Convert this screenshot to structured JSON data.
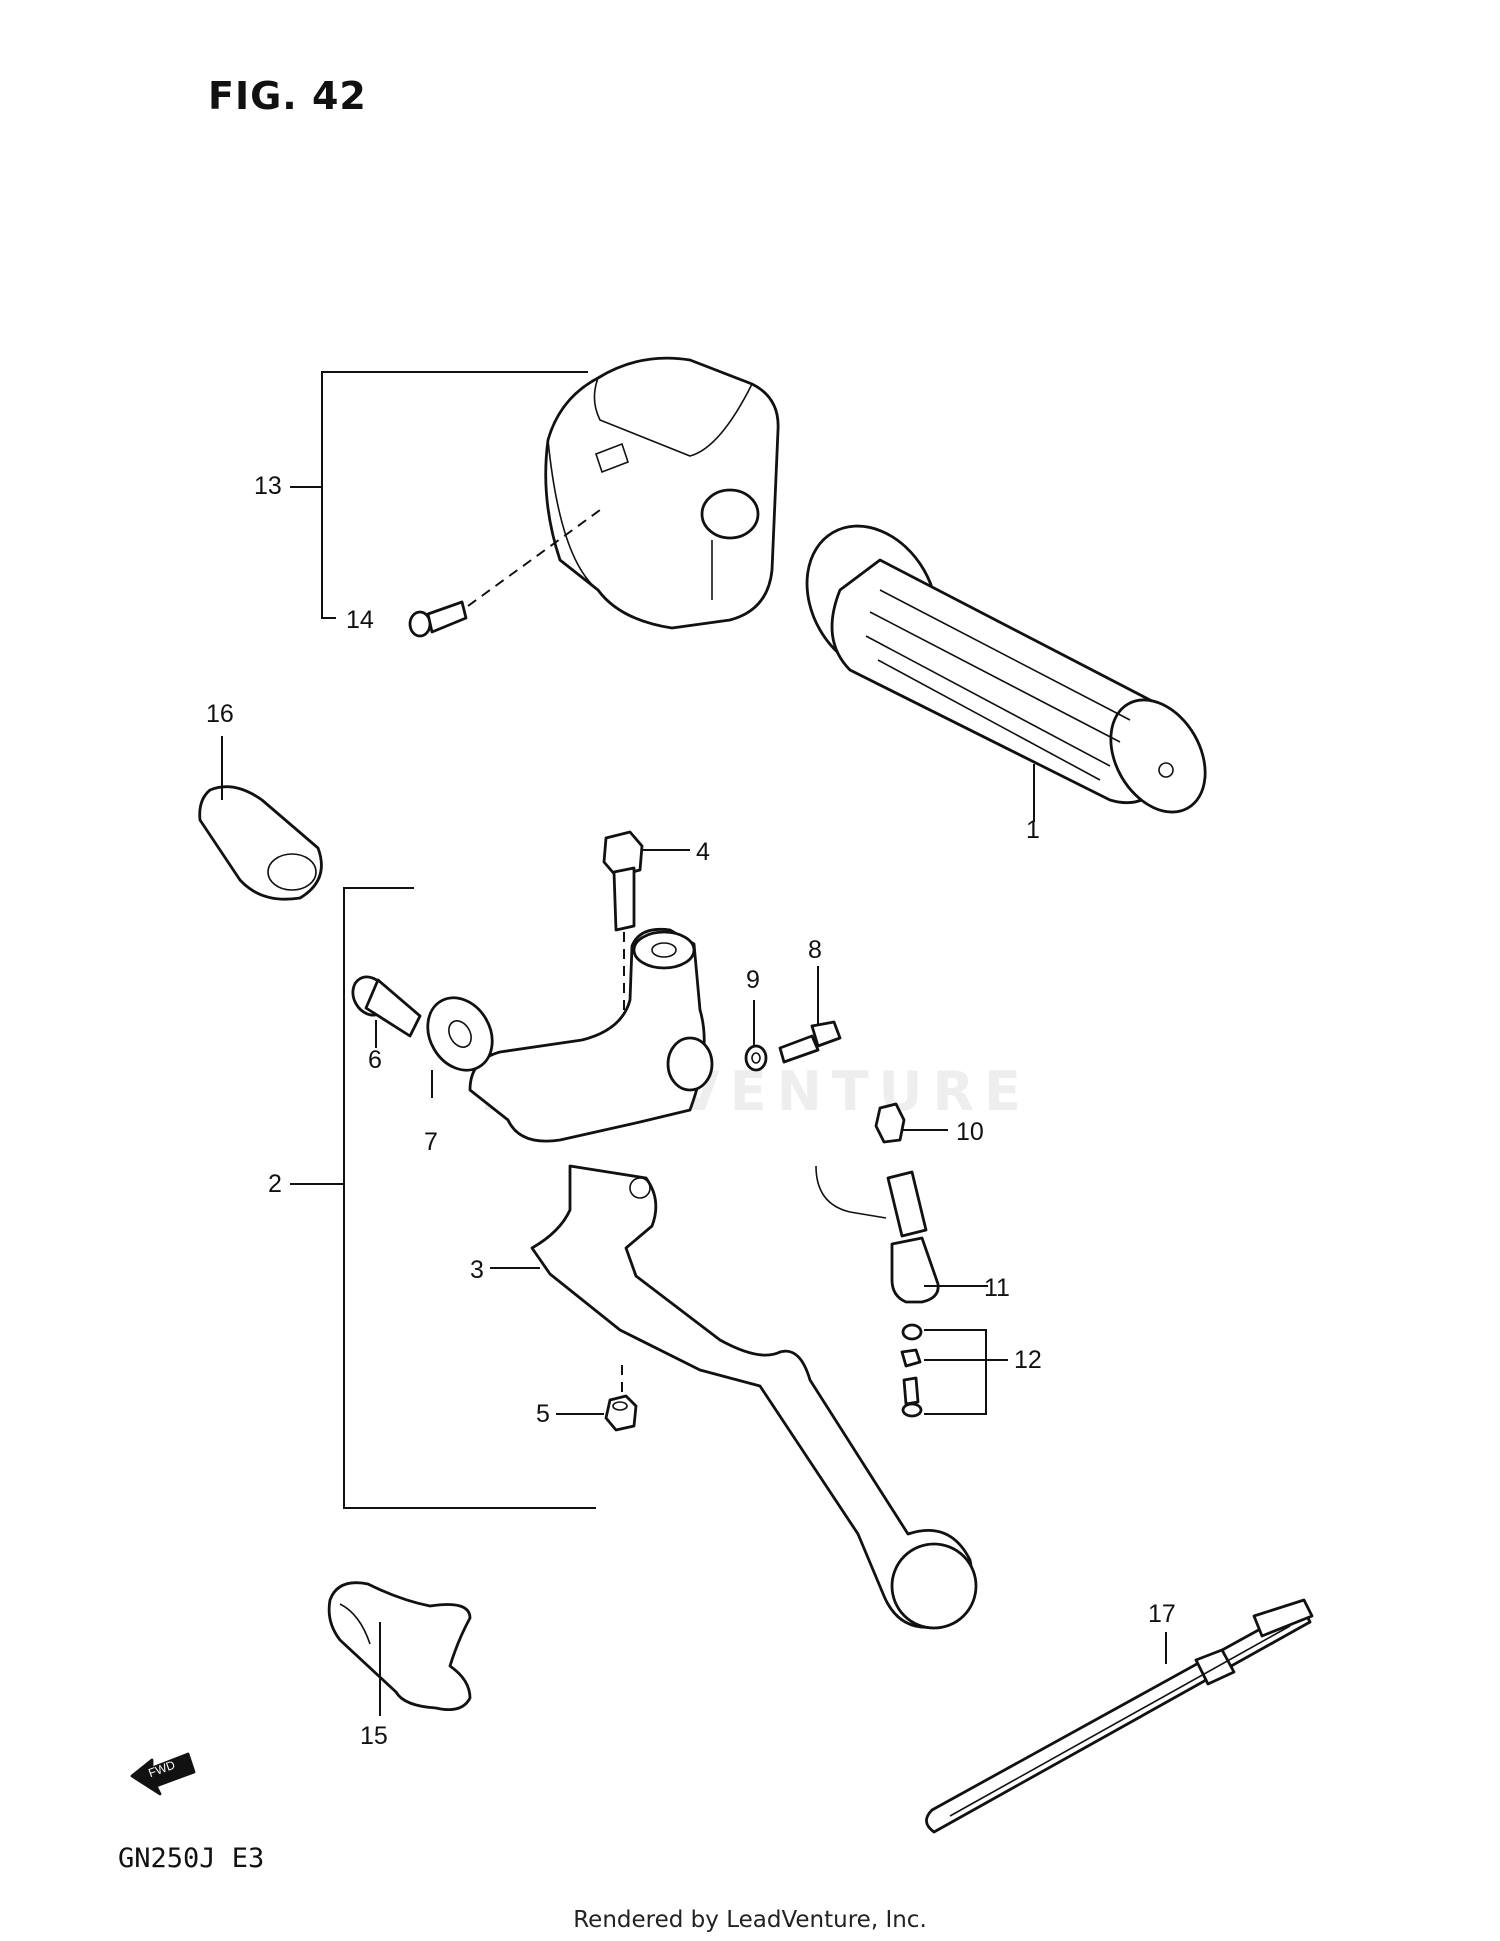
{
  "figure": {
    "title": "FIG. 42",
    "model_code": "GN250J  E3",
    "fwd_label": "FWD"
  },
  "footer": {
    "rendered_by": "Rendered by LeadVenture, Inc."
  },
  "watermark": {
    "text": "LEADVENTURE"
  },
  "callouts": {
    "c1": "1",
    "c2": "2",
    "c3": "3",
    "c4": "4",
    "c5": "5",
    "c6": "6",
    "c7": "7",
    "c8": "8",
    "c9": "9",
    "c10": "10",
    "c11": "11",
    "c12": "12",
    "c13": "13",
    "c14": "14",
    "c15": "15",
    "c16": "16",
    "c17": "17"
  },
  "parts": [
    {
      "ref": "1",
      "icon": "handlebar-grip-icon"
    },
    {
      "ref": "2",
      "icon": "clutch-lever-assembly-bracket"
    },
    {
      "ref": "3",
      "icon": "clutch-lever-icon"
    },
    {
      "ref": "4",
      "icon": "bolt-icon"
    },
    {
      "ref": "5",
      "icon": "nut-icon"
    },
    {
      "ref": "6",
      "icon": "adjuster-bolt-icon"
    },
    {
      "ref": "7",
      "icon": "lock-nut-icon"
    },
    {
      "ref": "8",
      "icon": "bolt-icon"
    },
    {
      "ref": "9",
      "icon": "washer-icon"
    },
    {
      "ref": "10",
      "icon": "clamp-icon"
    },
    {
      "ref": "11",
      "icon": "switch-icon"
    },
    {
      "ref": "12",
      "icon": "screw-set-icon"
    },
    {
      "ref": "13",
      "icon": "switch-housing-icon"
    },
    {
      "ref": "14",
      "icon": "screw-icon"
    },
    {
      "ref": "15",
      "icon": "lever-boot-icon"
    },
    {
      "ref": "16",
      "icon": "cable-boot-icon"
    },
    {
      "ref": "17",
      "icon": "cable-tie-icon"
    }
  ]
}
